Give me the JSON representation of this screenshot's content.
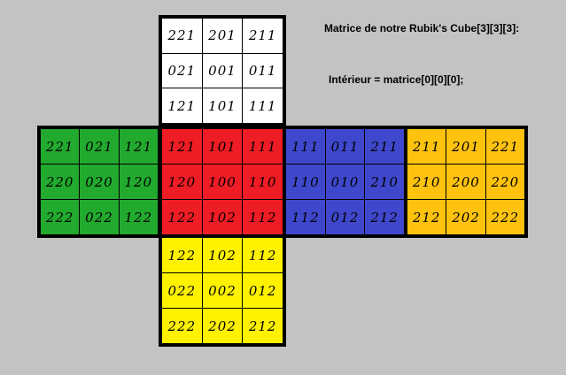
{
  "title": "Matrice de notre Rubik's Cube[3][3][3]:",
  "interior_note": "Intérieur = matrice[0][0][0];",
  "colors": {
    "background": "#c3c3c3",
    "white": "#ffffff",
    "green": "#22aa2e",
    "red": "#ee1c24",
    "blue": "#3f48cc",
    "orange": "#ffc20e",
    "yellow": "#fff200",
    "border": "#000000"
  },
  "faces": [
    {
      "id": "top",
      "color": "white",
      "cells": [
        [
          "221",
          "201",
          "211"
        ],
        [
          "021",
          "001",
          "011"
        ],
        [
          "121",
          "101",
          "111"
        ]
      ]
    },
    {
      "id": "left",
      "color": "green",
      "cells": [
        [
          "221",
          "021",
          "121"
        ],
        [
          "220",
          "020",
          "120"
        ],
        [
          "222",
          "022",
          "122"
        ]
      ]
    },
    {
      "id": "front",
      "color": "red",
      "cells": [
        [
          "121",
          "101",
          "111"
        ],
        [
          "120",
          "100",
          "110"
        ],
        [
          "122",
          "102",
          "112"
        ]
      ]
    },
    {
      "id": "right",
      "color": "blue",
      "cells": [
        [
          "111",
          "011",
          "211"
        ],
        [
          "110",
          "010",
          "210"
        ],
        [
          "112",
          "012",
          "212"
        ]
      ]
    },
    {
      "id": "back",
      "color": "orange",
      "cells": [
        [
          "211",
          "201",
          "221"
        ],
        [
          "210",
          "200",
          "220"
        ],
        [
          "212",
          "202",
          "222"
        ]
      ]
    },
    {
      "id": "bottom",
      "color": "yellow",
      "cells": [
        [
          "122",
          "102",
          "112"
        ],
        [
          "022",
          "002",
          "012"
        ],
        [
          "222",
          "202",
          "212"
        ]
      ]
    }
  ]
}
